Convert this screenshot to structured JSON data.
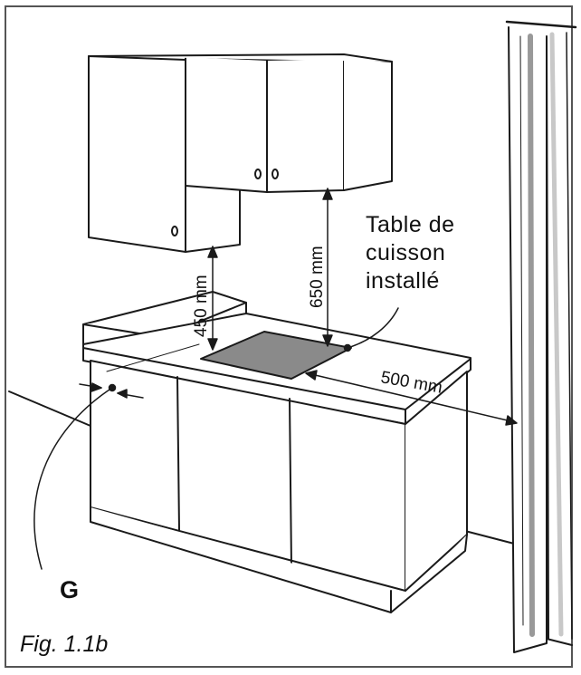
{
  "callout": {
    "line1": "Table de",
    "line2": "cuisson",
    "line3": "installé"
  },
  "dimensions": {
    "clearance_left": "450 mm",
    "clearance_top": "650 mm",
    "clearance_side": "500 mm"
  },
  "marker": "G",
  "figure_label": "Fig. 1.1b",
  "colors": {
    "line": "#1a1a1a",
    "hob": "#8a8a8a",
    "curtain_shade": "#d8d8d8"
  }
}
